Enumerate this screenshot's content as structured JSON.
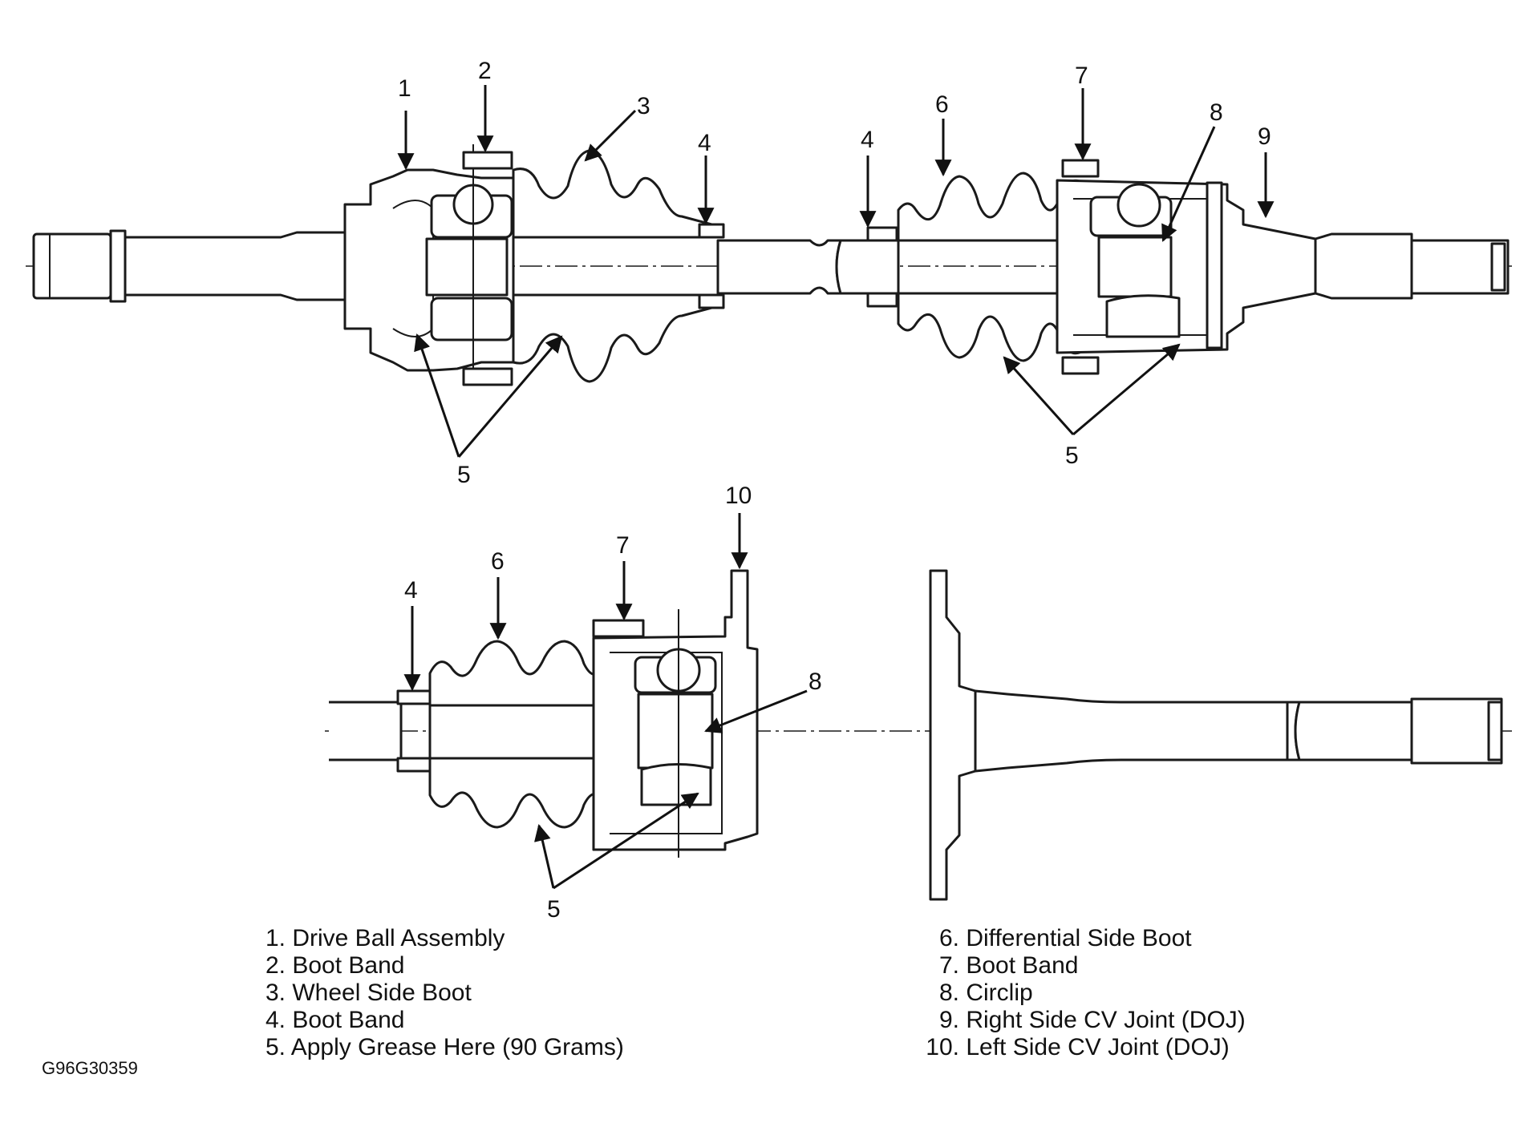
{
  "figure_code": "G96G30359",
  "callouts": {
    "c1": "1",
    "c2": "2",
    "c3": "3",
    "c4": "4",
    "c5": "5",
    "c6": "6",
    "c7": "7",
    "c8": "8",
    "c9": "9",
    "c10": "10"
  },
  "legend_left": [
    {
      "num": "1.",
      "label": "Drive Ball Assembly"
    },
    {
      "num": "2.",
      "label": "Boot Band"
    },
    {
      "num": "3.",
      "label": "Wheel Side Boot"
    },
    {
      "num": "4.",
      "label": "Boot Band"
    },
    {
      "num": "5.",
      "label": "Apply Grease Here (90 Grams)"
    }
  ],
  "legend_right": [
    {
      "num": "6.",
      "label": "Differential Side Boot"
    },
    {
      "num": "7.",
      "label": "Boot Band"
    },
    {
      "num": "8.",
      "label": "Circlip"
    },
    {
      "num": "9.",
      "label": "Right Side CV Joint (DOJ)"
    },
    {
      "num": "10.",
      "label": "Left Side CV Joint (DOJ)"
    }
  ]
}
